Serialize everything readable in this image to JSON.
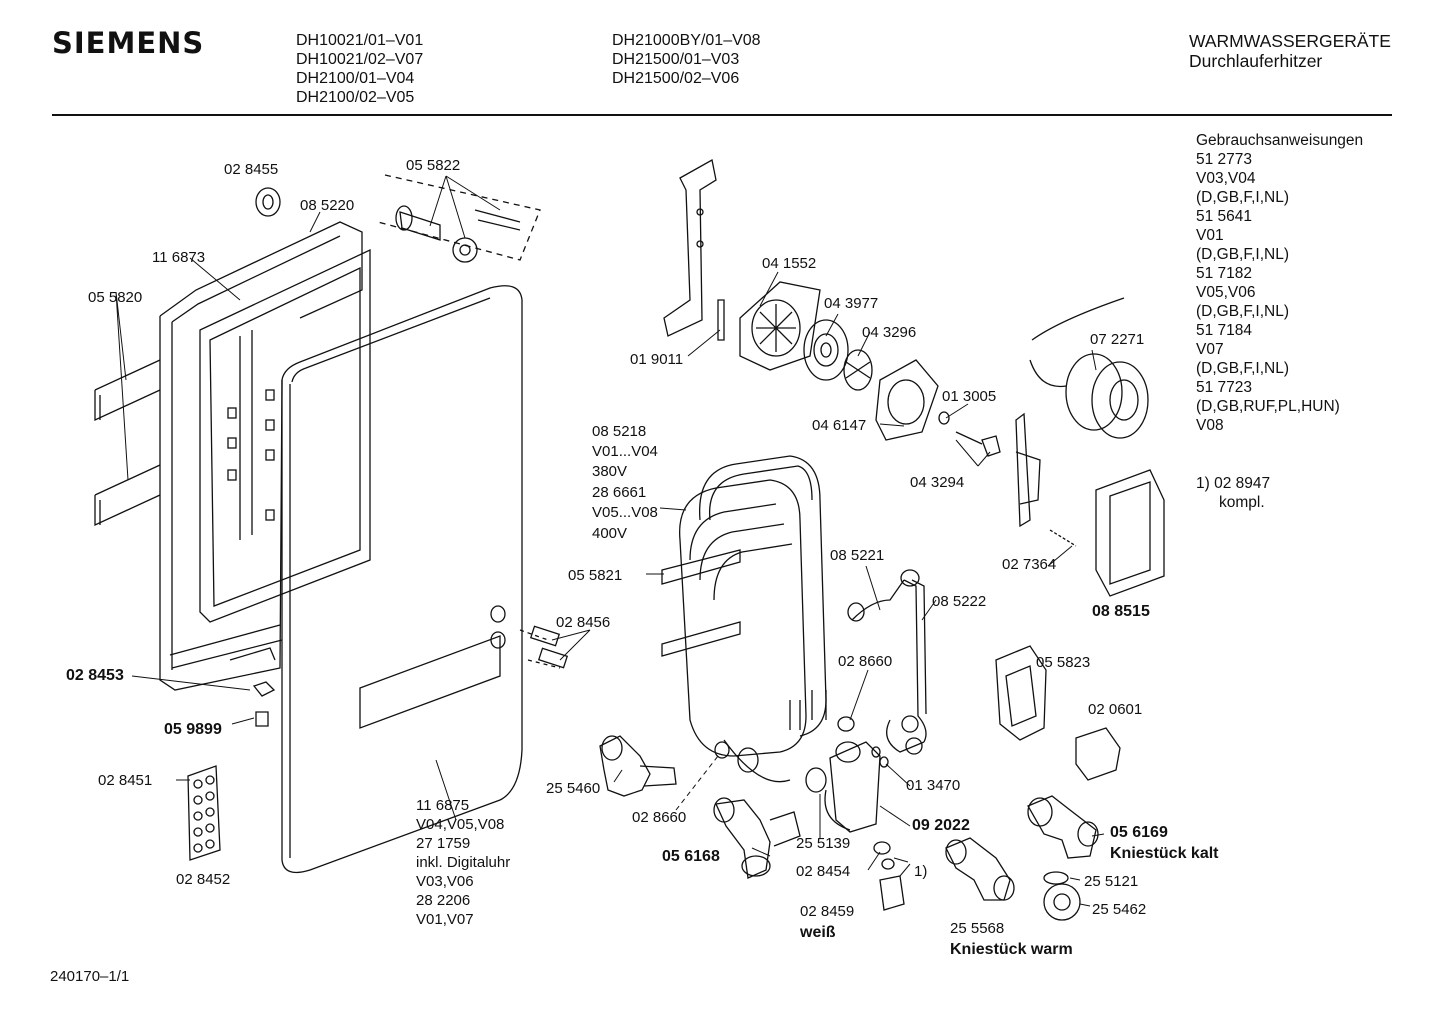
{
  "header": {
    "brand": "SIEMENS",
    "models_col1": [
      "DH10021/01–V01",
      "DH10021/02–V07",
      "DH2100/01–V04",
      "DH2100/02–V05"
    ],
    "models_col2": [
      "DH21000BY/01–V08",
      "DH21500/01–V03",
      "DH21500/02–V06"
    ],
    "category": "WARMWASSERGERÄTE",
    "subcategory": "Durchlauferhitzer"
  },
  "sidebar": {
    "lines": [
      "Gebrauchsanweisungen",
      "51 2773",
      "V03,V04",
      "(D,GB,F,I,NL)",
      "51 5641",
      "V01",
      "(D,GB,F,I,NL)",
      "51 7182",
      "V05,V06",
      "(D,GB,F,I,NL)",
      "51 7184",
      "V07",
      "(D,GB,F,I,NL)",
      "51 7723",
      "(D,GB,RUF,PL,HUN)",
      "V08"
    ],
    "note_line1": "1)  02 8947",
    "note_line2": "kompl."
  },
  "parts": {
    "p028455": "02 8455",
    "p055822": "05 5822",
    "p085220": "08 5220",
    "p116873": "11 6873",
    "p055820": "05 5820",
    "p028453": "02 8453",
    "p059899": "05 9899",
    "p028451": "02 8451",
    "p028452": "02 8452",
    "p116875": "11 6875",
    "p116875_v": "V04,V05,V08",
    "p271759": "27 1759",
    "p271759_note": "inkl. Digitaluhr",
    "p271759_v": "V03,V06",
    "p282206": "28 2206",
    "p282206_v": "V01,V07",
    "p019011": "01 9011",
    "p041552": "04 1552",
    "p043977": "04 3977",
    "p043296": "04 3296",
    "p013005": "01 3005",
    "p046147": "04 6147",
    "p043294": "04 3294",
    "p072271": "07 2271",
    "p085218": "08 5218",
    "p085218_v": "V01...V04",
    "p085218_u": "380V",
    "p286661": "28 6661",
    "p286661_v": "V05...V08",
    "p286661_u": "400V",
    "p055821": "05 5821",
    "p028456": "02 8456",
    "p085221": "08 5221",
    "p085222": "08 5222",
    "p028660a": "02 8660",
    "p028660b": "02 8660",
    "p027364": "02 7364",
    "p088515": "08 8515",
    "p055823": "05 5823",
    "p020601": "02 0601",
    "p013470": "01 3470",
    "p255460": "25 5460",
    "p255139": "25 5139",
    "p092022": "09 2022",
    "p056168": "05 6168",
    "p028454": "02 8454",
    "p_ref1": "1)",
    "p028459": "02 8459",
    "p028459_note": "weiß",
    "p255568": "25 5568",
    "p255568_note": "Kniestück warm",
    "p056169": "05 6169",
    "p056169_note": "Kniestück kalt",
    "p255121": "25 5121",
    "p255462": "25 5462"
  },
  "footer": {
    "code": "240170–1/1"
  }
}
